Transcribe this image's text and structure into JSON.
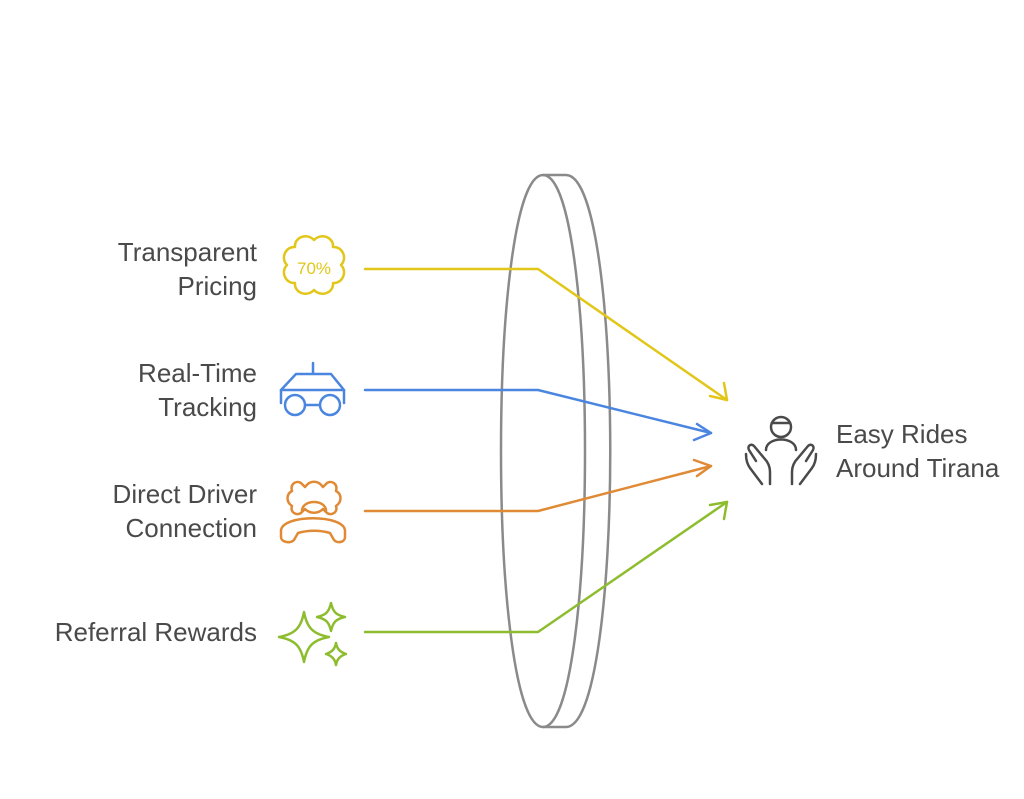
{
  "inputs": [
    {
      "lines": [
        "Transparent",
        "Pricing"
      ],
      "icon": "percent-badge-icon",
      "color": "#e2c619"
    },
    {
      "lines": [
        "Real-Time",
        "Tracking"
      ],
      "icon": "car-icon",
      "color": "#4a86e0"
    },
    {
      "lines": [
        "Direct Driver",
        "Connection"
      ],
      "icon": "phone-icon",
      "color": "#e08a35"
    },
    {
      "lines": [
        "Referral Rewards"
      ],
      "icon": "sparkles-icon",
      "color": "#8dbd2e"
    }
  ],
  "badge_text": "70%",
  "lens": {
    "icon": "lens-icon",
    "color": "#8a8a8a"
  },
  "output": {
    "lines": [
      "Easy Rides",
      "Around Tirana"
    ],
    "icon": "person-hands-icon",
    "color": "#4a4a4a"
  }
}
